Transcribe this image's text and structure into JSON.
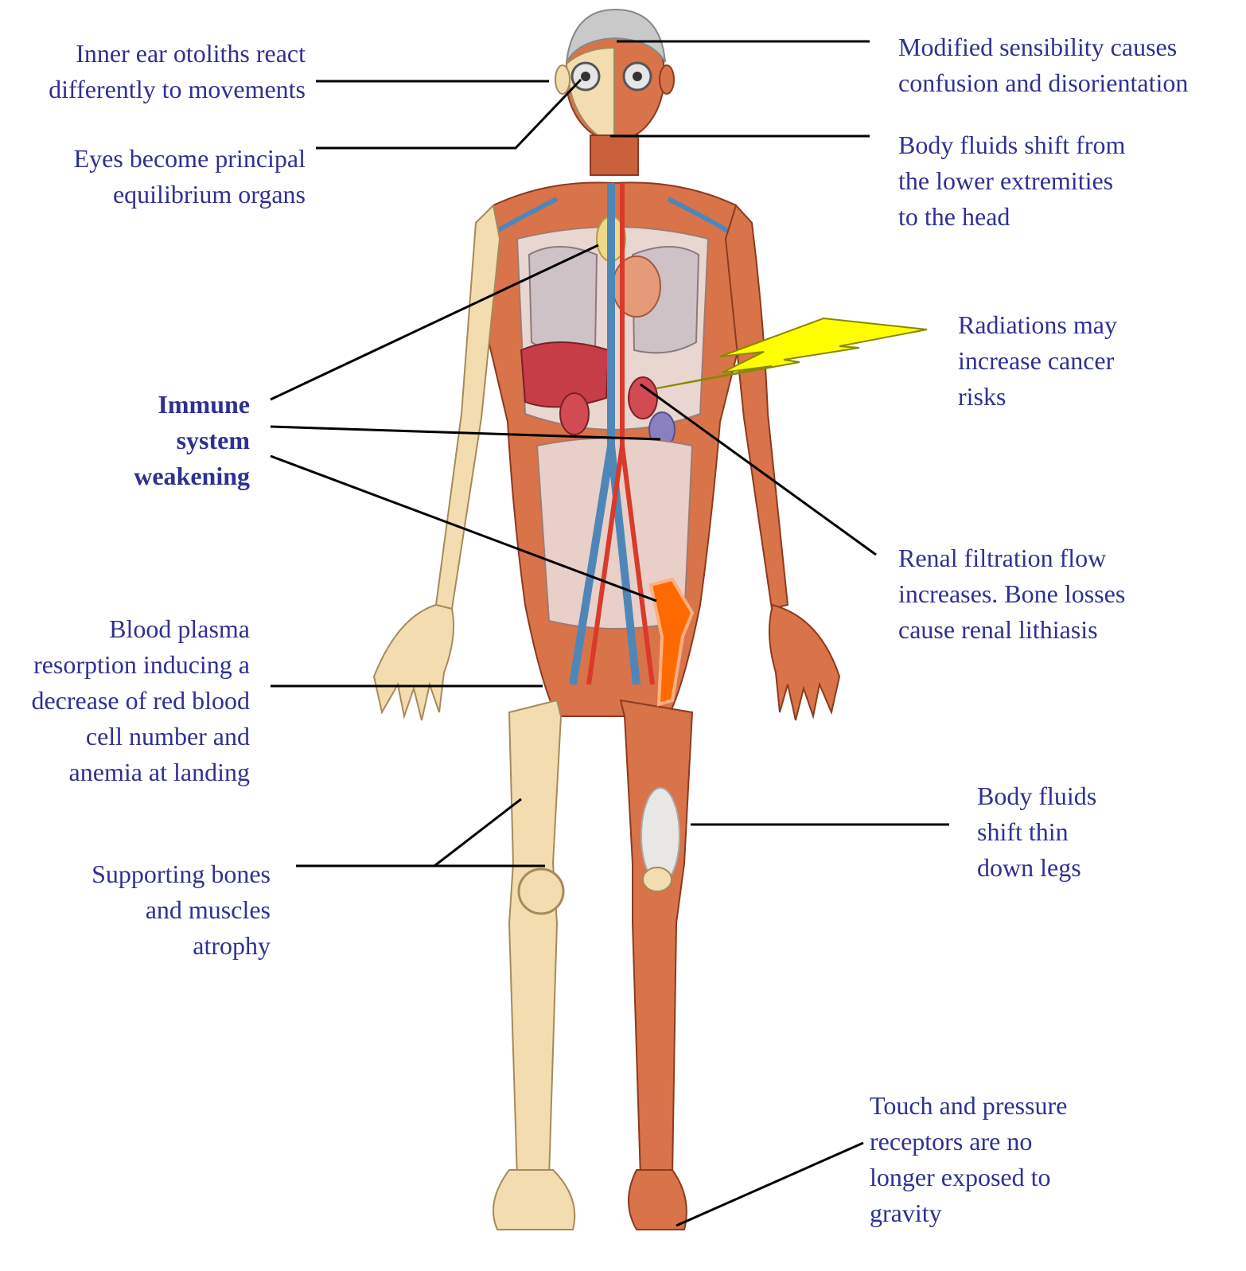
{
  "colors": {
    "label_text": "#2e3192",
    "leader_line": "#000000",
    "muscle": "#d9734a",
    "muscle_dark": "#b8502e",
    "bone": "#f3ddb0",
    "artery": "#d93a2b",
    "vein": "#4f86b8",
    "marrow": "#ff6a00",
    "lightning": "#ffff00"
  },
  "labels": {
    "inner_ear": "Inner ear otoliths react\ndifferently to movements",
    "eyes": "Eyes become principal\nequilibrium organs",
    "immune": "Immune\nsystem\nweakening",
    "blood_plasma": "Blood plasma\nresorption inducing a\ndecrease of red blood\ncell number and\nanemia at landing",
    "supporting_bones": "Supporting bones\nand muscles\natrophy",
    "modified_sensibility": "Modified sensibility causes\nconfusion and disorientation",
    "body_fluids_head": "Body fluids shift from\nthe lower extremities\nto the head",
    "radiations": "Radiations may\nincrease cancer\nrisks",
    "renal": "Renal filtration flow\nincreases. Bone losses\ncause renal lithiasis",
    "body_fluids_legs": "Body fluids\nshift thin\ndown legs",
    "touch_pressure": "Touch and pressure\nreceptors are no\nlonger exposed to\ngravity"
  },
  "icons": [
    "anatomical-body-illustration",
    "lightning-bolt-icon"
  ]
}
